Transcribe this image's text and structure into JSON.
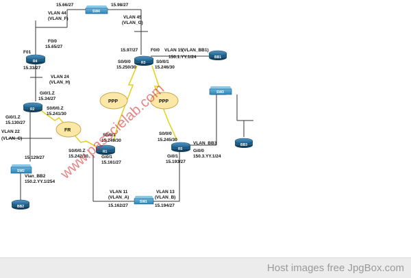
{
  "devices": {
    "sw4": "SW4",
    "r4": "R4",
    "r3": "R3",
    "r5": "R5",
    "r2": "R2",
    "r1": "R1",
    "sw1": "SW1",
    "sw2": "SW2",
    "sw3": "SW3",
    "bb1": "BB1",
    "bb2": "BB2",
    "bb3": "BB3"
  },
  "labels": {
    "sw4_left": "15.66/27",
    "sw4_right": "15.98/27",
    "vlan44": "VLAN 44",
    "vlan44_name": "(VLAN_F)",
    "vlan45": "VLAN 45",
    "vlan45_name": "(VLAN_G)",
    "r4_f00": "F0/0",
    "r4_f00_ip": "15.65/27",
    "r4_f01": "F01",
    "r4_f01_ip": "15.33/27",
    "vlan24": "VLAN 24",
    "vlan24_name": "(VLAN_H)",
    "r2_gi01z": "Gi0/1.Z",
    "r2_gi01z_ip": "15.34/27",
    "r2_gi01z_left": "Gi0/1.Z",
    "r2_gi01z_left_ip": "15.130/27",
    "r2_s000z": "S0/0/0.Z",
    "r2_s000z_ip": "15.241/30",
    "vlan22": "VLAN 22",
    "vlan22_name": "(VLAN_C)",
    "sw2_up_ip": "15.129/27",
    "vlan_bb2": "Vlan_BB2",
    "vlan_bb2_ip": "150.2.YY.1/254",
    "r3_top_ip": "15.97/27",
    "r3_f00": "F0/0",
    "vlan15": "VLAN 15",
    "vlan15_name": "(VLAN_BB1)",
    "vlan15_ip": "150.1.YY.1/24",
    "r3_s000": "S0/0/0",
    "r3_s000_ip": "15.250/30",
    "r3_s001": "S0/0/1",
    "r3_s001_ip": "15.246/30",
    "ppp_left": "PPP",
    "ppp_right": "PPP",
    "fr": "FR",
    "r1_s000z": "S0/0/0.Z",
    "r1_s000z_ip": "15.242/30",
    "r1_s001": "S0/0/1",
    "r1_s001_ip": "15.249/30",
    "r1_gi01": "Gi0/1",
    "r1_gi01_ip": "15.161/27",
    "r5_s000": "S0/0/0",
    "r5_s000_ip": "15.245/30",
    "vlan_bb3": "VLAN_BB3",
    "r5_gi01": "Gi0/1",
    "r5_gi01_ip": "15.193/27",
    "r5_gi00": "Gi0/0",
    "r5_gi00_ip": "150.3.YY.1/24",
    "vlan11": "VLAN 11",
    "vlan11_name": "(VLAN_A)",
    "vlan11_ip": "15.162/27",
    "vlan13": "VLAN 13",
    "vlan13_name": "(VLAN_B)",
    "vlan13_ip": "15.194/27"
  },
  "watermark": "www.passcielab.com",
  "footer": "Host images free JpgBox.com",
  "colors": {
    "router": "#1f5f86",
    "switch": "#2c86b5",
    "serial": "#e6d21e",
    "cloud": "#fbe7a6",
    "watermark": "#d42020"
  }
}
